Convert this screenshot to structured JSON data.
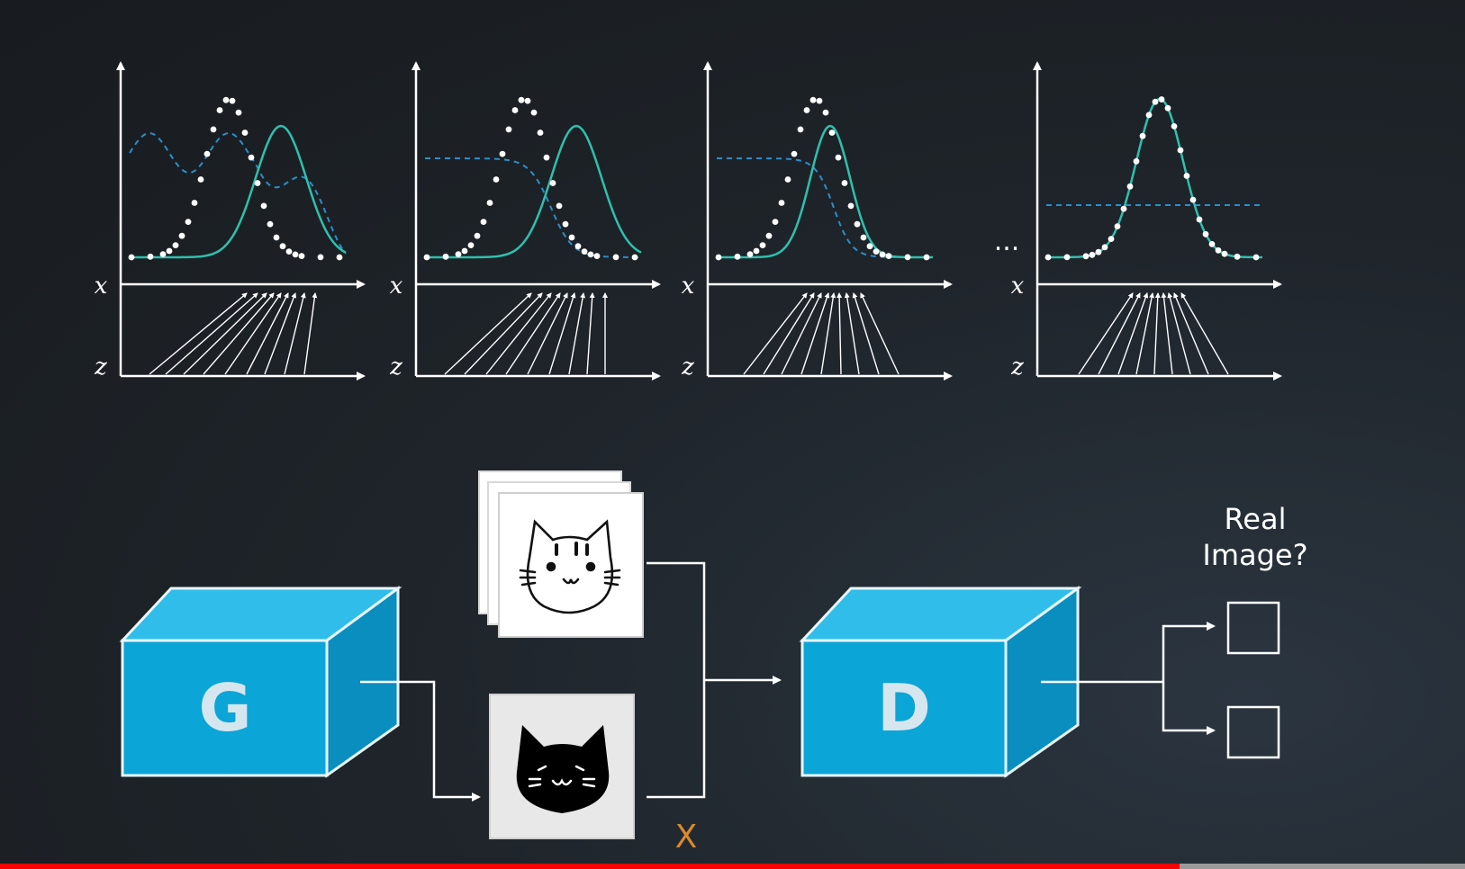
{
  "labels": {
    "x_axis": "x",
    "z_axis": "z",
    "ellipsis": "...",
    "generator": "G",
    "discriminator": "D",
    "real_image_line1": "Real",
    "real_image_line2": "Image?",
    "x_marker": "X"
  },
  "colors": {
    "teal": "#2fc0ad",
    "dashed": "#2b8fc9",
    "box_front": "#0ba5d8",
    "box_top": "#30bde9",
    "box_side": "#0a8ec0",
    "accent_orange": "#d88a2e"
  },
  "icons": {
    "stacked_real_cats": "cat-line-drawing-icon",
    "generated_cat": "cat-silhouette-icon",
    "output_boxes": "checkbox-icon"
  },
  "video": {
    "progress": 0.805
  }
}
